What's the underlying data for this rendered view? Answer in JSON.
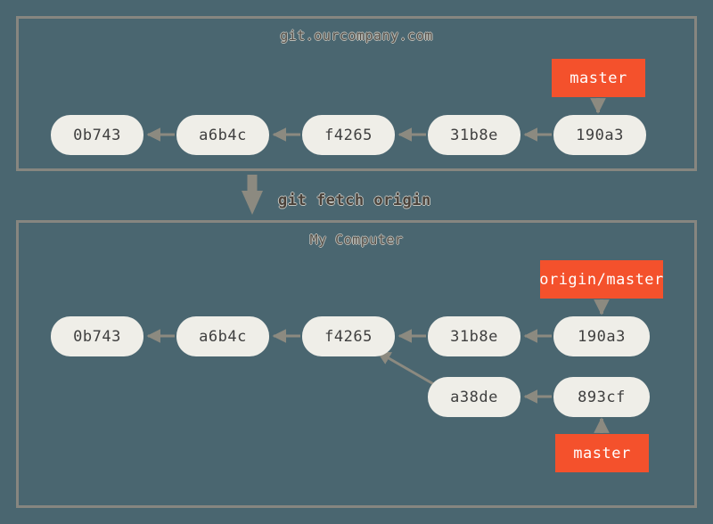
{
  "diagram": {
    "background_color": "#4a6670",
    "frame_border_color": "#878680",
    "commit_fill_color": "#efeee8",
    "commit_text_color": "#3f3f3f",
    "ref_fill_color": "#f4512c",
    "ref_text_color": "#ffffff",
    "arrow_color": "#8c8a80",
    "title_text_color": "#565049",
    "command_text_color": "#4a4139"
  },
  "panels": [
    {
      "id": "remote",
      "title": "git.ourcompany.com",
      "commits": [
        {
          "id": "c-top-0b743",
          "label": "0b743"
        },
        {
          "id": "c-top-a6b4c",
          "label": "a6b4c"
        },
        {
          "id": "c-top-f4265",
          "label": "f4265"
        },
        {
          "id": "c-top-31b8e",
          "label": "31b8e"
        },
        {
          "id": "c-top-190a3",
          "label": "190a3"
        }
      ],
      "refs": [
        {
          "id": "r-top-master",
          "label": "master",
          "points_to": "190a3"
        }
      ]
    },
    {
      "id": "local",
      "title": "My Computer",
      "commits": [
        {
          "id": "c-bot-0b743",
          "label": "0b743"
        },
        {
          "id": "c-bot-a6b4c",
          "label": "a6b4c"
        },
        {
          "id": "c-bot-f4265",
          "label": "f4265"
        },
        {
          "id": "c-bot-31b8e",
          "label": "31b8e"
        },
        {
          "id": "c-bot-190a3",
          "label": "190a3"
        },
        {
          "id": "c-bot-a38de",
          "label": "a38de"
        },
        {
          "id": "c-bot-893cf",
          "label": "893cf"
        }
      ],
      "refs": [
        {
          "id": "r-bot-origin-master",
          "label": "origin/master",
          "points_to": "190a3"
        },
        {
          "id": "r-bot-master",
          "label": "master",
          "points_to": "893cf"
        }
      ]
    }
  ],
  "transition": {
    "command": "git fetch origin",
    "direction": "down"
  }
}
